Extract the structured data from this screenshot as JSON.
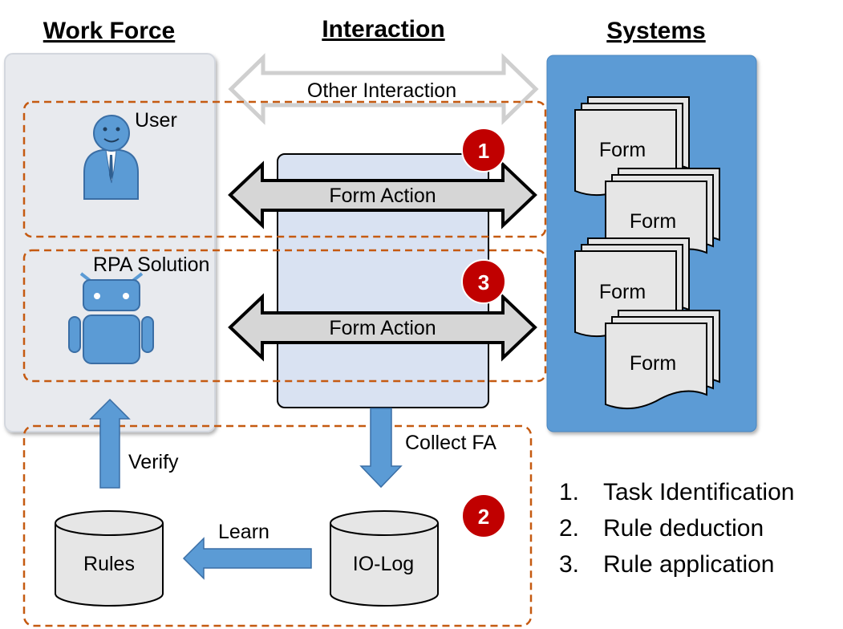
{
  "headers": {
    "work_force": "Work Force",
    "interaction": "Interaction",
    "systems": "Systems"
  },
  "workforce": {
    "user_label": "User",
    "rpa_label": "RPA Solution"
  },
  "interaction": {
    "other_interaction": "Other Interaction",
    "form_action_top": "Form Action",
    "form_action_bottom": "Form Action",
    "collect_fa": "Collect FA"
  },
  "badges": {
    "one": "1",
    "two": "2",
    "three": "3"
  },
  "systems": {
    "forms": [
      "Form",
      "Form",
      "Form",
      "Form"
    ]
  },
  "learning": {
    "rules_label": "Rules",
    "iolog_label": "IO-Log",
    "learn_label": "Learn",
    "verify_label": "Verify"
  },
  "legend": {
    "items": [
      {
        "num": "1.",
        "text": "Task Identification"
      },
      {
        "num": "2.",
        "text": "Rule deduction"
      },
      {
        "num": "3.",
        "text": "Rule application"
      }
    ]
  },
  "colors": {
    "accent_blue": "#5b9bd5",
    "badge_red": "#c00000",
    "dashed_orange": "#c55a11",
    "workforce_bg": "#e8eaee",
    "interaction_bg": "#d9e2f2",
    "form_fill": "#e6e6e6"
  }
}
